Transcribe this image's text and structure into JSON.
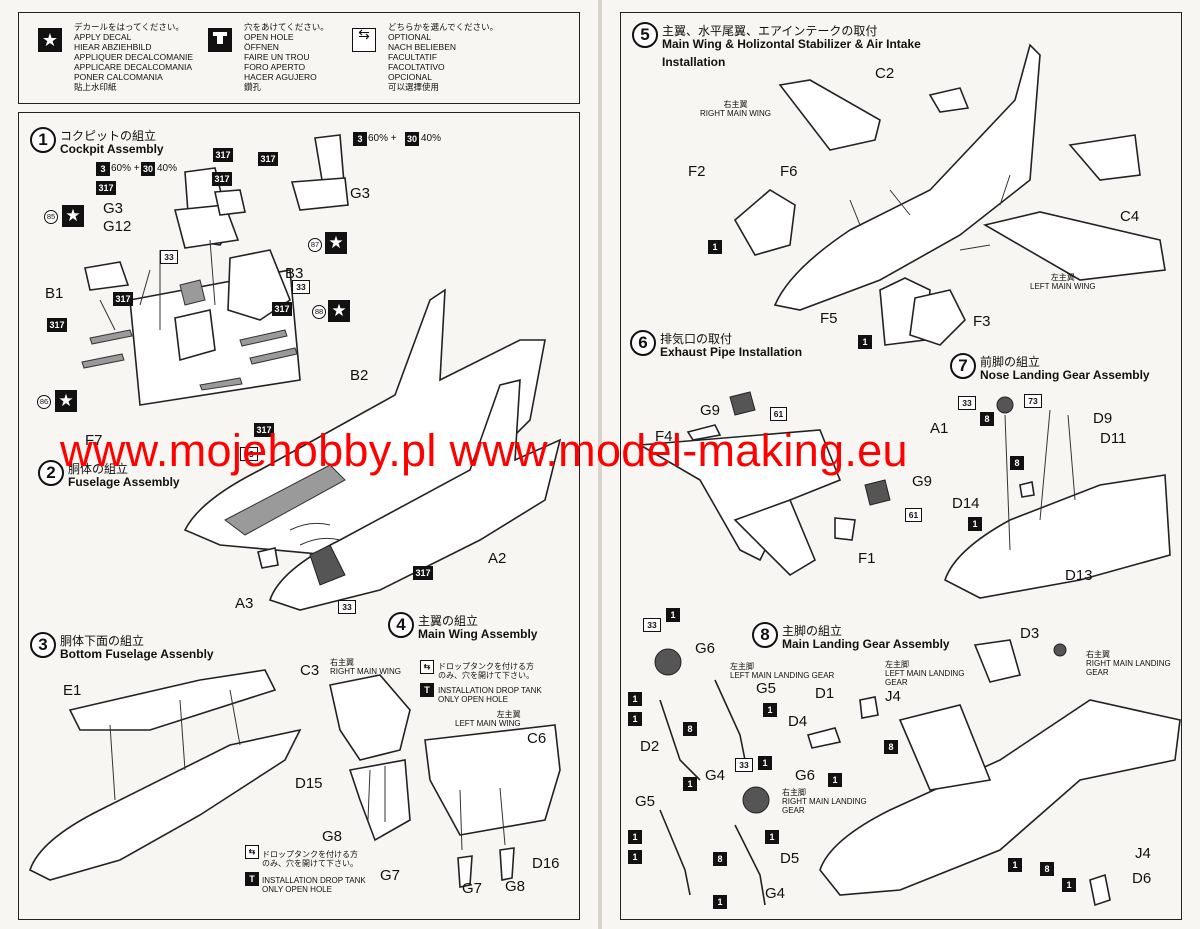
{
  "legend": {
    "decal": {
      "icon": "star-icon",
      "lines": [
        "デカールをはってください。",
        "APPLY DECAL",
        "HIEAR ABZIEHBILD",
        "APPLIQUER DECALCOMANIE",
        "APPLICARE DECALCOMANIA",
        "PONER CALCOMANIA",
        "貼上水印紙"
      ]
    },
    "hole": {
      "icon": "drill-icon",
      "lines": [
        "穴をあけてください。",
        "OPEN HOLE",
        "ÖFFNEN",
        "FAIRE UN TROU",
        "FORO APERTO",
        "HACER AGUJERO",
        "鑽孔"
      ]
    },
    "optional": {
      "icon": "swap-arrows-icon",
      "lines": [
        "どちらかを選んでください。",
        "OPTIONAL",
        "NACH BELIEBEN",
        "FACULTATIF",
        "FACOLTATIVO",
        "OPCIONAL",
        "可以選擇使用"
      ]
    }
  },
  "steps": [
    {
      "num": "1",
      "jp": "コクピットの組立",
      "en": "Cockpit Assembly"
    },
    {
      "num": "2",
      "jp": "胴体の組立",
      "en": "Fuselage Assembly"
    },
    {
      "num": "3",
      "jp": "胴体下面の組立",
      "en": "Bottom Fuselage Assenbly"
    },
    {
      "num": "4",
      "jp": "主翼の組立",
      "en": "Main Wing Assembly"
    },
    {
      "num": "5",
      "jp": "主翼、水平尾翼、エアインテークの取付",
      "en": "Main Wing & Holizontal Stabilizer & Air Intake",
      "en2": "Installation"
    },
    {
      "num": "6",
      "jp": "排気口の取付",
      "en": "Exhaust Pipe Installation"
    },
    {
      "num": "7",
      "jp": "前脚の組立",
      "en": "Nose Landing Gear Assembly"
    },
    {
      "num": "8",
      "jp": "主脚の組立",
      "en": "Main Landing Gear Assembly"
    }
  ],
  "parts": {
    "g3a": "G3",
    "g12": "G12",
    "g3b": "G3",
    "b1": "B1",
    "b3": "B3",
    "f7": "F7",
    "b2": "B2",
    "a3": "A3",
    "a2": "A2",
    "e1": "E1",
    "c3": "C3",
    "c6": "C6",
    "d15": "D15",
    "g8a": "G8",
    "g7a": "G7",
    "g7b": "G7",
    "g8b": "G8",
    "d16": "D16",
    "c2": "C2",
    "f2": "F2",
    "f6": "F6",
    "c4": "C4",
    "f5": "F5",
    "f3": "F3",
    "g9a": "G9",
    "f4": "F4",
    "g9b": "G9",
    "f1": "F1",
    "a1": "A1",
    "d9": "D9",
    "d11": "D11",
    "d14": "D14",
    "d13": "D13",
    "d3": "D3",
    "g6a": "G6",
    "g5a": "G5",
    "d1": "D1",
    "j4a": "J4",
    "d4": "D4",
    "d2": "D2",
    "g4a": "G4",
    "g6b": "G6",
    "g5b": "G5",
    "d5": "D5",
    "g4b": "G4",
    "j4b": "J4",
    "d6": "D6"
  },
  "colors": {
    "c317": "317",
    "c33": "33",
    "c3": "3",
    "c30": "30",
    "c61": "61",
    "c73": "73",
    "mix": "60% + ",
    "mix2": "40%",
    "d85": "85",
    "d86": "86",
    "d87": "87",
    "d88": "88",
    "b1": "1",
    "b8": "8"
  },
  "notes": {
    "rmw_jp": "右主翼",
    "rmw_en": "RIGHT MAIN WING",
    "lmw_jp": "左主翼",
    "lmw_en": "LEFT MAIN WING",
    "drop_jp1": "ドロップタンクを付ける方",
    "drop_jp2": "のみ、穴を開けて下さい。",
    "drop_en1": "INSTALLATION DROP TANK",
    "drop_en2": "ONLY OPEN HOLE",
    "lmlg_jp": "左主脚",
    "lmlg_en": "LEFT MAIN LANDING GEAR",
    "rmlg_jp": "右主脚",
    "rmlg_en1": "RIGHT MAIN LANDING",
    "rmlg_en2": "GEAR",
    "lmlg2_en1": "LEFT MAIN LANDING",
    "lmlg2_en2": "GEAR"
  },
  "watermark": "www.mojehobby.pl www.model-making.eu"
}
